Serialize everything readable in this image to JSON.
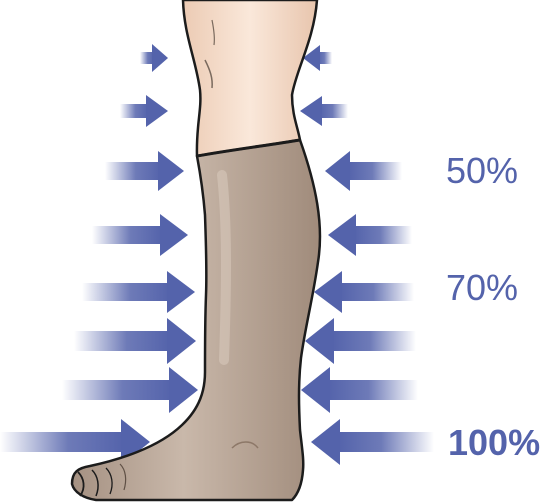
{
  "labels": {
    "compression_top": "50%",
    "compression_mid": "70%",
    "compression_ankle": "100%"
  },
  "colors": {
    "arrow": "#5463ab",
    "skin": "#f6dfcd",
    "stocking": "#bdaa9b",
    "outline": "#1c1c1c",
    "text": "#5463ab"
  },
  "icons": {
    "arrow": "pressure-arrow-icon"
  }
}
